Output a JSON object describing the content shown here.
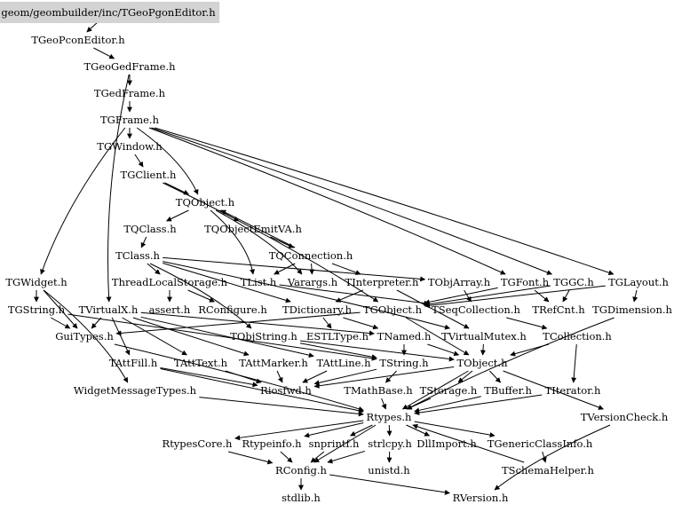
{
  "graph": {
    "root": "geom/geombuilder/inc/TGeoPgonEditor.h",
    "nodes": [
      "geom/geombuilder/inc/TGeoPgonEditor.h",
      "TGeoPconEditor.h",
      "TGeoGedFrame.h",
      "TGedFrame.h",
      "TGFrame.h",
      "TGWindow.h",
      "TGClient.h",
      "TQObject.h",
      "TQClass.h",
      "TQObjectEmitVA.h",
      "TQConnection.h",
      "TClass.h",
      "ThreadLocalStorage.h",
      "TList.h",
      "Varargs.h",
      "TInterpreter.h",
      "TObjArray.h",
      "TGFont.h",
      "TGGC.h",
      "TGLayout.h",
      "TGWidget.h",
      "TGString.h",
      "TVirtualX.h",
      "assert.h",
      "RConfigure.h",
      "TDictionary.h",
      "TGObject.h",
      "TSeqCollection.h",
      "TRefCnt.h",
      "TGDimension.h",
      "GuiTypes.h",
      "TObjString.h",
      "ESTLType.h",
      "TNamed.h",
      "TVirtualMutex.h",
      "TCollection.h",
      "TAttFill.h",
      "TAttText.h",
      "TAttMarker.h",
      "TAttLine.h",
      "TString.h",
      "TObject.h",
      "WidgetMessageTypes.h",
      "Riosfwd.h",
      "TMathBase.h",
      "TStorage.h",
      "TBuffer.h",
      "TIterator.h",
      "TVersionCheck.h",
      "Rtypes.h",
      "RtypesCore.h",
      "Rtypeinfo.h",
      "snprintf.h",
      "strlcpy.h",
      "DllImport.h",
      "TGenericClassInfo.h",
      "TSchemaHelper.h",
      "RConfig.h",
      "unistd.h",
      "stdlib.h",
      "RVersion.h"
    ],
    "edges": [
      [
        "geom/geombuilder/inc/TGeoPgonEditor.h",
        "TGeoPconEditor.h"
      ],
      [
        "TGeoPconEditor.h",
        "TGeoGedFrame.h"
      ],
      [
        "TGeoGedFrame.h",
        "TGedFrame.h"
      ],
      [
        "TGedFrame.h",
        "TGFrame.h"
      ],
      [
        "TGFrame.h",
        "TGWindow.h"
      ],
      [
        "TGFrame.h",
        "TGWidget.h"
      ],
      [
        "TGFrame.h",
        "TQObject.h"
      ],
      [
        "TGFrame.h",
        "TGFont.h"
      ],
      [
        "TGFrame.h",
        "TGGC.h"
      ],
      [
        "TGFrame.h",
        "TGLayout.h"
      ],
      [
        "TGWindow.h",
        "TGClient.h"
      ],
      [
        "TGClient.h",
        "TQObject.h"
      ],
      [
        "TGClient.h",
        "TGObject.h"
      ],
      [
        "TQObject.h",
        "TQClass.h"
      ],
      [
        "TQObject.h",
        "TQObjectEmitVA.h"
      ],
      [
        "TQObject.h",
        "TList.h"
      ],
      [
        "TQObject.h",
        "Varargs.h"
      ],
      [
        "TQObjectEmitVA.h",
        "TQConnection.h"
      ],
      [
        "TQClass.h",
        "TClass.h"
      ],
      [
        "TQConnection.h",
        "TQObject.h"
      ],
      [
        "TQConnection.h",
        "TList.h"
      ],
      [
        "TQConnection.h",
        "Varargs.h"
      ],
      [
        "TQConnection.h",
        "TInterpreter.h"
      ],
      [
        "TClass.h",
        "ThreadLocalStorage.h"
      ],
      [
        "TClass.h",
        "TObjArray.h"
      ],
      [
        "TClass.h",
        "TObjString.h"
      ],
      [
        "TClass.h",
        "TDictionary.h"
      ],
      [
        "TClass.h",
        "TVirtualMutex.h"
      ],
      [
        "ThreadLocalStorage.h",
        "RConfigure.h"
      ],
      [
        "ThreadLocalStorage.h",
        "assert.h"
      ],
      [
        "TList.h",
        "TSeqCollection.h"
      ],
      [
        "TInterpreter.h",
        "TDictionary.h"
      ],
      [
        "TInterpreter.h",
        "TVirtualMutex.h"
      ],
      [
        "TObjArray.h",
        "TSeqCollection.h"
      ],
      [
        "TGFont.h",
        "TRefCnt.h"
      ],
      [
        "TGFont.h",
        "TGObject.h"
      ],
      [
        "TGGC.h",
        "TGObject.h"
      ],
      [
        "TGGC.h",
        "TRefCnt.h"
      ],
      [
        "TGLayout.h",
        "TGDimension.h"
      ],
      [
        "TGLayout.h",
        "TGObject.h"
      ],
      [
        "TGWidget.h",
        "TGString.h"
      ],
      [
        "TGWidget.h",
        "GuiTypes.h"
      ],
      [
        "TGWidget.h",
        "WidgetMessageTypes.h"
      ],
      [
        "TGString.h",
        "GuiTypes.h"
      ],
      [
        "TGString.h",
        "TString.h"
      ],
      [
        "TVirtualX.h",
        "GuiTypes.h"
      ],
      [
        "TVirtualX.h",
        "TAttFill.h"
      ],
      [
        "TVirtualX.h",
        "TAttText.h"
      ],
      [
        "TVirtualX.h",
        "TAttMarker.h"
      ],
      [
        "TVirtualX.h",
        "TAttLine.h"
      ],
      [
        "TVirtualX.h",
        "TNamed.h"
      ],
      [
        "TDictionary.h",
        "TNamed.h"
      ],
      [
        "TDictionary.h",
        "ESTLType.h"
      ],
      [
        "TGObject.h",
        "TObject.h"
      ],
      [
        "TGObject.h",
        "GuiTypes.h"
      ],
      [
        "TSeqCollection.h",
        "TCollection.h"
      ],
      [
        "TCollection.h",
        "TObject.h"
      ],
      [
        "TCollection.h",
        "TIterator.h"
      ],
      [
        "TObjString.h",
        "TObject.h"
      ],
      [
        "TObjString.h",
        "TString.h"
      ],
      [
        "TNamed.h",
        "TObject.h"
      ],
      [
        "TNamed.h",
        "TString.h"
      ],
      [
        "TVirtualMutex.h",
        "TObject.h"
      ],
      [
        "TGDimension.h",
        "Rtypes.h"
      ],
      [
        "GuiTypes.h",
        "Rtypes.h"
      ],
      [
        "TAttFill.h",
        "Riosfwd.h"
      ],
      [
        "TAttFill.h",
        "Rtypes.h"
      ],
      [
        "TAttText.h",
        "Riosfwd.h"
      ],
      [
        "TAttMarker.h",
        "Riosfwd.h"
      ],
      [
        "TAttLine.h",
        "Riosfwd.h"
      ],
      [
        "TString.h",
        "Riosfwd.h"
      ],
      [
        "TString.h",
        "TMathBase.h"
      ],
      [
        "TObject.h",
        "Riosfwd.h"
      ],
      [
        "TObject.h",
        "TStorage.h"
      ],
      [
        "TObject.h",
        "TBuffer.h"
      ],
      [
        "TObject.h",
        "TVersionCheck.h"
      ],
      [
        "TObject.h",
        "Rtypes.h"
      ],
      [
        "WidgetMessageTypes.h",
        "Rtypes.h"
      ],
      [
        "TMathBase.h",
        "Rtypes.h"
      ],
      [
        "TStorage.h",
        "Rtypes.h"
      ],
      [
        "TBuffer.h",
        "Rtypes.h"
      ],
      [
        "TIterator.h",
        "Rtypes.h"
      ],
      [
        "TVersionCheck.h",
        "RVersion.h"
      ],
      [
        "Rtypes.h",
        "RtypesCore.h"
      ],
      [
        "Rtypes.h",
        "Rtypeinfo.h"
      ],
      [
        "Rtypes.h",
        "snprintf.h"
      ],
      [
        "Rtypes.h",
        "strlcpy.h"
      ],
      [
        "Rtypes.h",
        "DllImport.h"
      ],
      [
        "Rtypes.h",
        "TGenericClassInfo.h"
      ],
      [
        "Rtypes.h",
        "RConfig.h"
      ],
      [
        "RtypesCore.h",
        "RConfig.h"
      ],
      [
        "Rtypeinfo.h",
        "RConfig.h"
      ],
      [
        "snprintf.h",
        "RConfig.h"
      ],
      [
        "strlcpy.h",
        "RConfig.h"
      ],
      [
        "strlcpy.h",
        "unistd.h"
      ],
      [
        "TGenericClassInfo.h",
        "TSchemaHelper.h"
      ],
      [
        "TSchemaHelper.h",
        "Rtypes.h"
      ],
      [
        "RConfig.h",
        "stdlib.h"
      ],
      [
        "RConfig.h",
        "RVersion.h"
      ],
      [
        "TGeoGedFrame.h",
        "TVirtualX.h"
      ]
    ]
  }
}
